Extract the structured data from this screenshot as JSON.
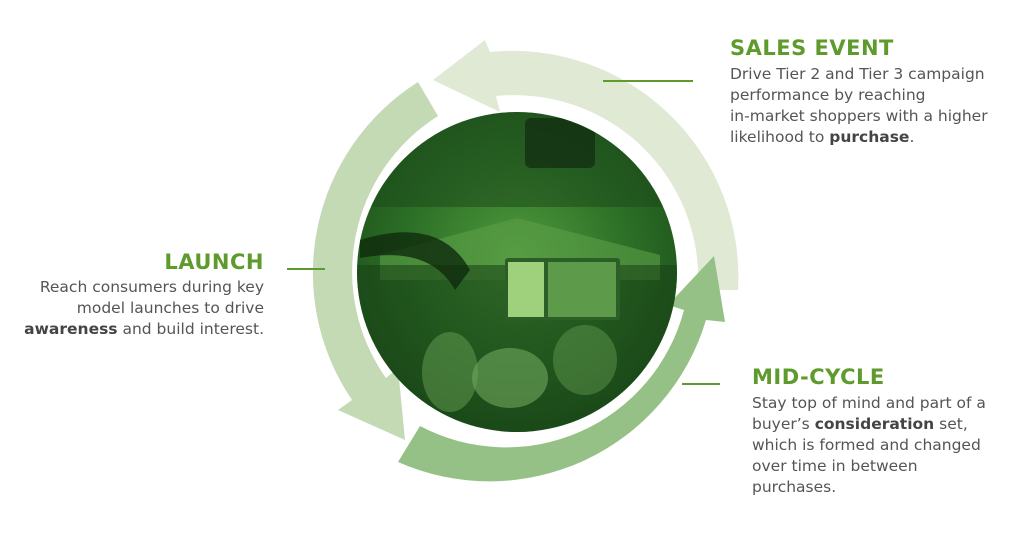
{
  "colors": {
    "accent": "#5e9a2c",
    "text": "#555555",
    "arrow_light": "#dfe9d4",
    "arrow_mid": "#c3dab5",
    "arrow_dark": "#96c186",
    "circle_green": "#2f7a2a"
  },
  "sales": {
    "title": "SALES EVENT",
    "line1": "Drive Tier 2 and Tier 3 campaign",
    "line2": "performance by reaching",
    "line3": "in-market shoppers with a higher",
    "line4_pre": "likelihood to ",
    "line4_bold": "purchase",
    "line4_post": "."
  },
  "launch": {
    "title": "LAUNCH",
    "line1": "Reach consumers during key",
    "line2": "model launches to drive",
    "line3_bold": "awareness",
    "line3_post": " and build interest."
  },
  "midcycle": {
    "title": "MID-CYCLE",
    "line1": "Stay top of mind and part of a",
    "line2_pre": "buyer’s ",
    "line2_bold": "consideration",
    "line2_post": " set,",
    "line3": "which is formed and changed",
    "line4": "over time in between",
    "line5": "purchases."
  }
}
